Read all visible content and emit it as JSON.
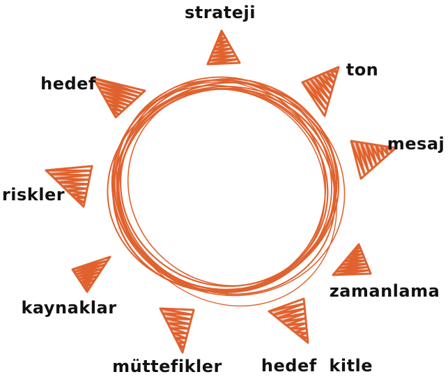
{
  "diagram": {
    "accent_color": "#e0622f",
    "labels": {
      "strateji": "strateji",
      "ton": "ton",
      "mesaj": "mesaj",
      "zamanlama": "zamanlama",
      "hedef_kitle": "hedef  kitle",
      "muttefikler": "müttefikler",
      "kaynaklar": "kaynaklar",
      "riskler": "riskler",
      "hedef": "hedef"
    }
  }
}
